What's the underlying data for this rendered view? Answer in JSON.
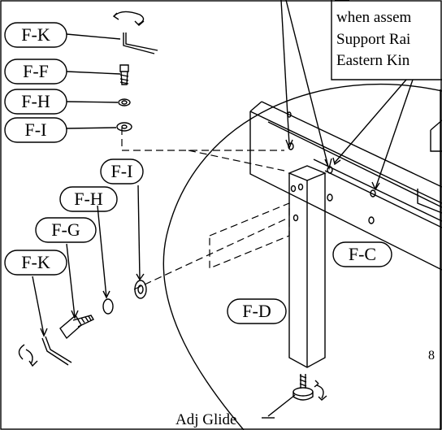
{
  "labels": {
    "fk_top": "F-K",
    "ff": "F-F",
    "fh_top": "F-H",
    "fi_top": "F-I",
    "fi_mid": "F-I",
    "fh_mid": "F-H",
    "fg": "F-G",
    "fk_bottom": "F-K",
    "fc": "F-C",
    "fd": "F-D"
  },
  "note": {
    "line1": "when assem",
    "line2": "Support Rai",
    "line3": "Eastern Kin"
  },
  "adj_glide": "Adj Glide",
  "margin_number": "8"
}
